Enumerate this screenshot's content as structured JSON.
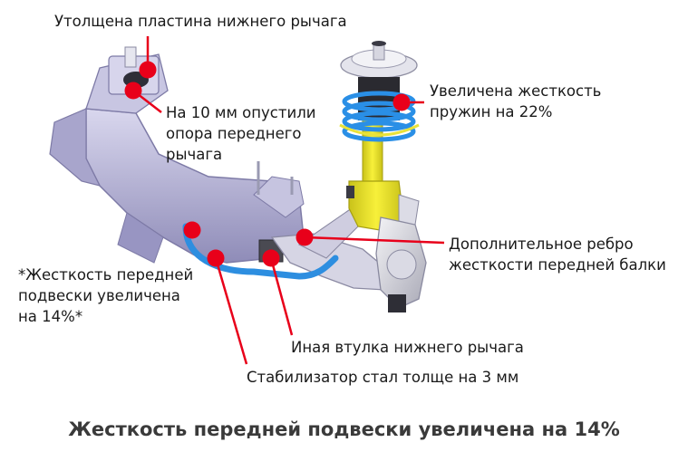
{
  "accent_color": "#e8001a",
  "spring_color": "#2196e8",
  "strut_color": "#f2ea1a",
  "frame_color": "#b9b6d8",
  "labels": {
    "lower_arm_plate": "Утолщена пластина нижнего рычага",
    "front_arm_mount": [
      "На 10 мм опустили",
      "опора переднего",
      "рычага"
    ],
    "spring_rate": [
      "Увеличена жесткость",
      "пружин на 22%"
    ],
    "crossmember_rib": [
      "Дополнительное ребро",
      "жесткости передней балки"
    ],
    "front_stiffness": [
      "*Жесткость передней",
      "подвески увеличена",
      "на 14%*"
    ],
    "lower_arm_bushing": "Иная втулка нижнего рычага",
    "stabilizer": "Стабилизатор стал толще на 3 мм"
  },
  "caption": "Жесткость передней подвески увеличена на 14%"
}
